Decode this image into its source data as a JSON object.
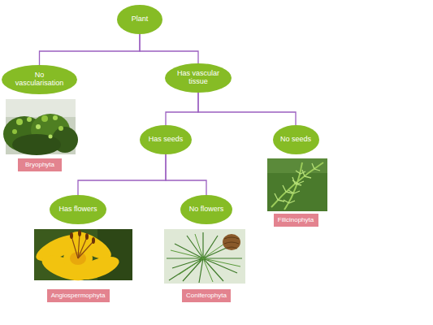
{
  "diagram": {
    "nodes": [
      {
        "text": [
          "Plant"
        ]
      },
      {
        "text": [
          "No vascularisation"
        ]
      },
      {
        "text": [
          "Has vascular tissue"
        ]
      },
      {
        "text": [
          "Has seeds"
        ]
      },
      {
        "text": [
          "No seeds"
        ]
      },
      {
        "text": [
          "Bryophyta"
        ]
      },
      {
        "text": [
          "Has flowers"
        ]
      },
      {
        "text": [
          "No flowers"
        ]
      },
      {
        "text": [
          "Filicinophyta"
        ]
      },
      {
        "text": [
          "Angiospermophyta"
        ]
      },
      {
        "text": [
          "Coniferophyta"
        ]
      }
    ],
    "edges": [
      {
        "from": 0,
        "to": 1,
        "arrow": "none"
      },
      {
        "from": 0,
        "to": 2,
        "arrow": "none"
      },
      {
        "from": 2,
        "to": 3,
        "arrow": "none"
      },
      {
        "from": 2,
        "to": 4,
        "arrow": "none"
      },
      {
        "from": 3,
        "to": 6,
        "arrow": "none"
      },
      {
        "from": 3,
        "to": 7,
        "arrow": "none"
      }
    ]
  }
}
